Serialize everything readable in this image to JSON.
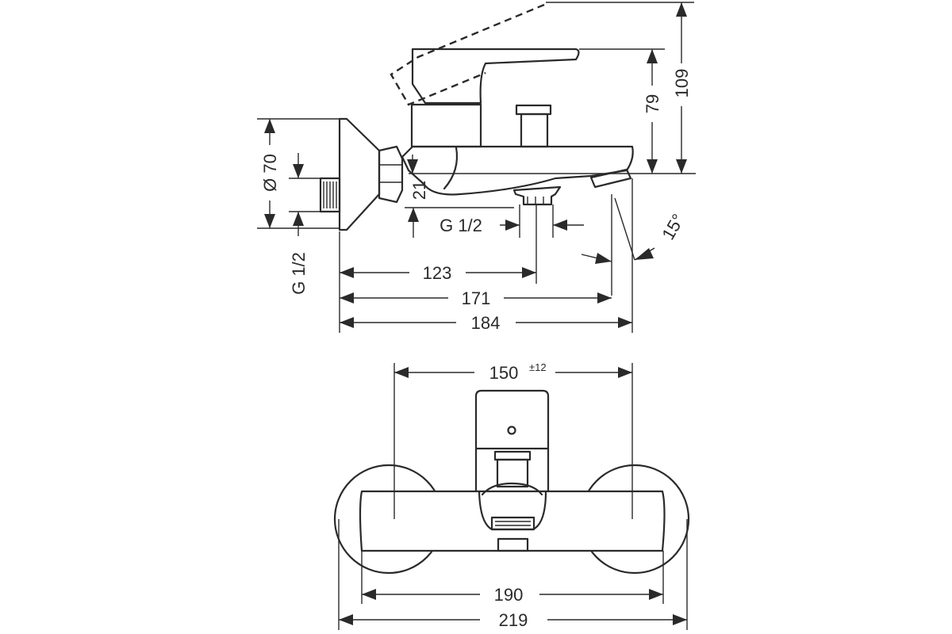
{
  "side_view": {
    "dims": {
      "d70": "Ø 70",
      "g12_left": "G 1/2",
      "d21": "21",
      "g12_outlet": "G 1/2",
      "d123": "123",
      "d171": "171",
      "d184": "184",
      "d79": "79",
      "d109": "109",
      "angle": "15°"
    }
  },
  "front_view": {
    "dims": {
      "d150": "150",
      "d150_tol": "±12",
      "d190": "190",
      "d219": "219"
    }
  }
}
